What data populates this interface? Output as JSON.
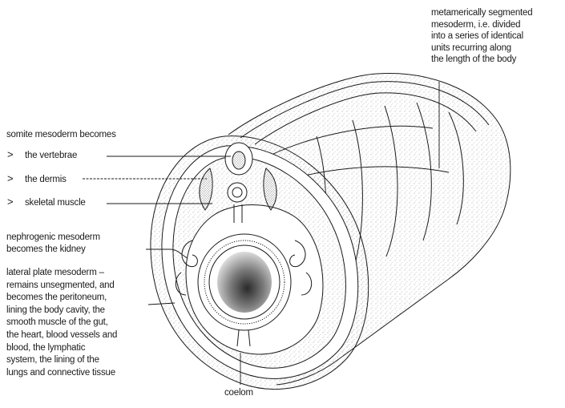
{
  "labels": {
    "metameric": [
      "metamerically segmented",
      "mesoderm, i.e. divided",
      "into a series of identical",
      "units recurring along",
      "the length of the body"
    ],
    "somite_heading": "somite mesoderm becomes",
    "somite_items": [
      "the vertebrae",
      "the dermis",
      "skeletal muscle"
    ],
    "bullet_glyph": ">",
    "nephrogenic": [
      "nephrogenic mesoderm",
      "becomes the kidney"
    ],
    "lateral_plate": [
      "lateral plate mesoderm –",
      "remains unsegmented, and",
      "becomes the peritoneum,",
      "lining the body cavity, the",
      "smooth muscle of the gut,",
      "the heart, blood vessels and",
      "blood, the lymphatic",
      "system, the lining of the",
      "lungs and connective tissue"
    ],
    "coelom": "coelom"
  },
  "colors": {
    "ink": "#1a1a1a",
    "stipple": "#8a8a8a",
    "background": "#ffffff"
  }
}
